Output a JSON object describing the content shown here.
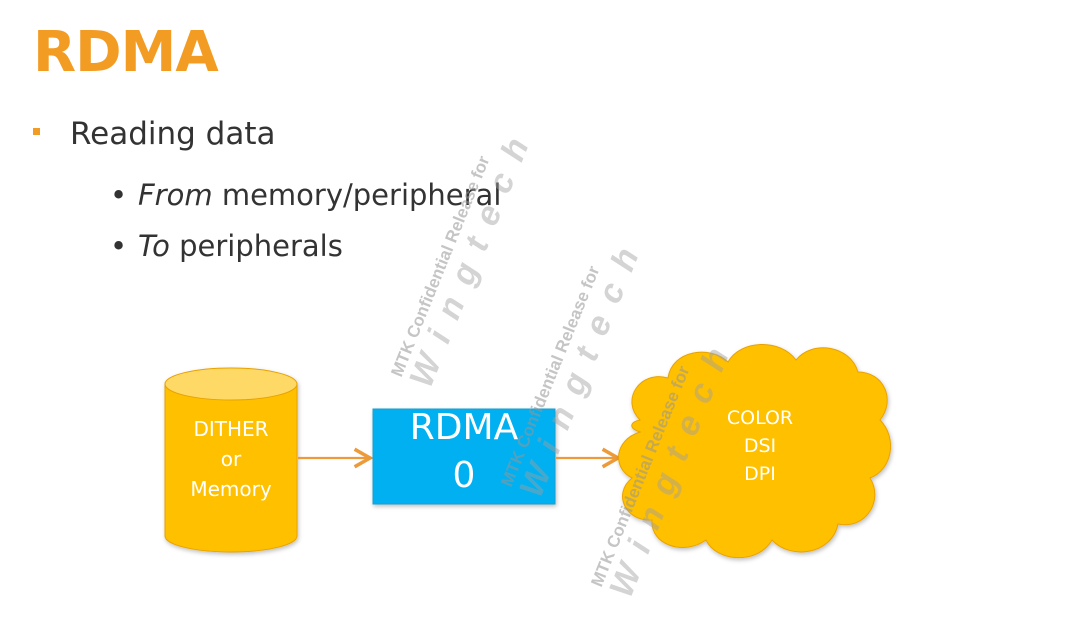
{
  "slide": {
    "title": "RDMA",
    "bullets": [
      {
        "text": "Reading data"
      },
      {
        "prefix_italic": "From",
        "text": " memory/peripheral"
      },
      {
        "prefix_italic": "To",
        "text": " peripherals"
      }
    ]
  },
  "diagram": {
    "source": {
      "lines": [
        "DITHER",
        "or",
        "Memory"
      ],
      "shape": "cylinder",
      "color": "#FFC000"
    },
    "engine": {
      "lines": [
        "RDMA",
        "0"
      ],
      "shape": "rectangle",
      "color": "#00B0F0"
    },
    "targets": {
      "lines": [
        "COLOR",
        "DSI",
        "DPI"
      ],
      "shape": "cloud",
      "color": "#FFC000"
    },
    "arrow_color": "#ED9A3A"
  },
  "watermark": {
    "line1": "MTK Confidential Release for",
    "line2": "Wingtech"
  },
  "colors": {
    "accent": "#F39C23",
    "text": "#333333"
  }
}
